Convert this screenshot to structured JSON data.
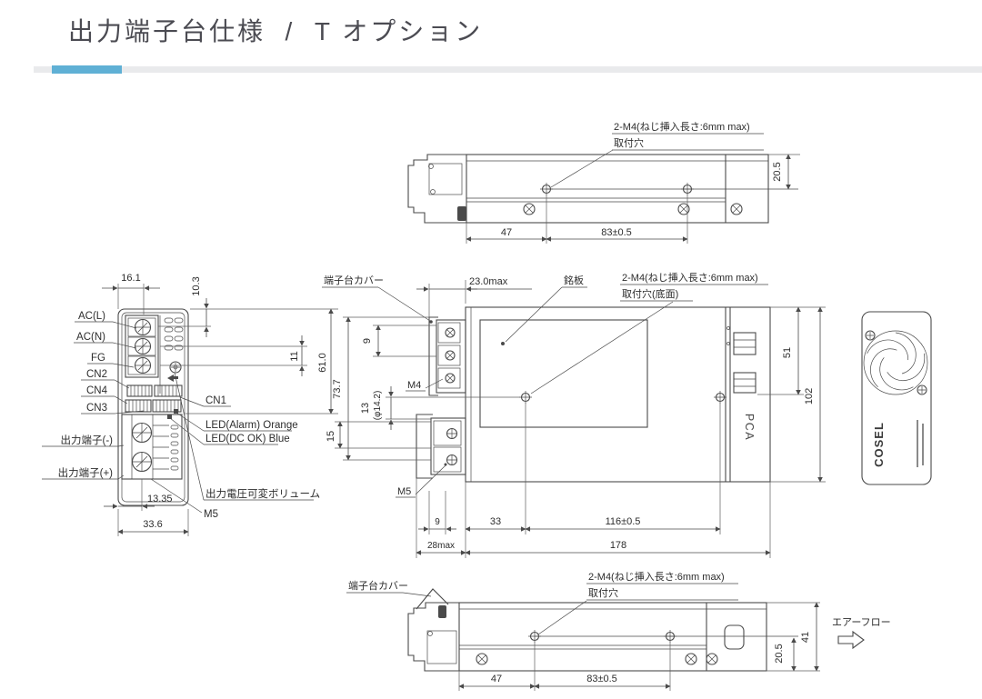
{
  "header": {
    "title": "出力端子台仕様  /  T オプション"
  },
  "colors": {
    "accent_blue": "#5fb0d5",
    "rule_gray": "#e9eaec",
    "line": "#4a4a4a"
  },
  "top_view": {
    "mount_note_1": "2-M4(ねじ挿入長さ:6mm max)",
    "mount_note_2": "取付穴",
    "dim_left_hole": "47",
    "dim_hole_pitch": "83±0.5",
    "dim_hole_offset": "20.5"
  },
  "front_view": {
    "labels_left": [
      "AC(L)",
      "AC(N)",
      "FG",
      "CN2",
      "CN4",
      "CN3",
      "出力端子(-)",
      "出力端子(+)"
    ],
    "labels_right": [
      "CN1",
      "LED(Alarm) Orange",
      "LED(DC OK) Blue",
      "出力電圧可変ボリューム",
      "M5"
    ],
    "dim_screw_x": "16.1",
    "dim_top_offset": "10.3",
    "dim_pitch": "11",
    "dim_height": "61.0",
    "dim_out_screw_x": "13.35",
    "dim_width": "33.6"
  },
  "plan_view": {
    "cover_label": "端子台カバー",
    "dim_cover": "23.0max",
    "nameplate_label": "銘板",
    "mount_note_1": "2-M4(ねじ挿入長さ:6mm max)",
    "mount_note_2": "取付穴(底面)",
    "screw_upper": "M4",
    "screw_lower": "M5",
    "dim_height_total": "73.7",
    "dim_block_pitch": "9",
    "dim_hole_gap": "13",
    "dim_hole_dia": "(φ14.2)",
    "dim_lower_pitch": "15",
    "dim_face_gap": "9",
    "dim_hole_left": "33",
    "dim_hole_pitch": "116±0.5",
    "dim_cover_depth": "28max",
    "dim_length": "178",
    "dim_cap": "51",
    "dim_width_total": "102",
    "body_marking": "PCA"
  },
  "bottom_view": {
    "cover_label": "端子台カバー",
    "mount_note_1": "2-M4(ねじ挿入長さ:6mm max)",
    "mount_note_2": "取付穴",
    "dim_left_hole": "47",
    "dim_hole_pitch": "83±0.5",
    "dim_hole_offset": "20.5",
    "dim_height": "41",
    "airflow_label": "エアーフロー"
  },
  "fan_view": {
    "logo": "COSEL"
  }
}
